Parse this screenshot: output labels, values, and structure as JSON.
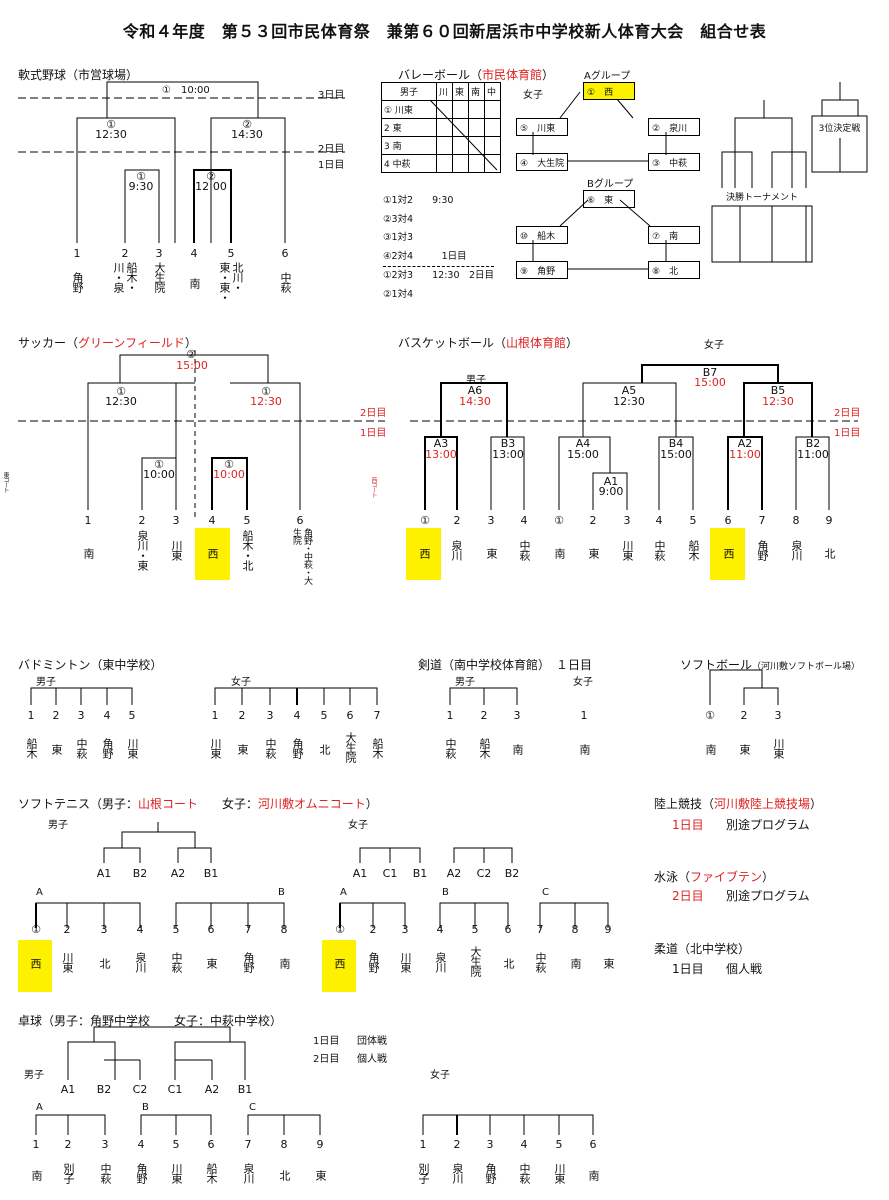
{
  "title": "令和４年度　第５３回市民体育祭　兼第６０回新居浜市中学校新人体育大会　組合せ表",
  "days": {
    "day1": "1日目",
    "day2": "2日目",
    "day3": "3日目"
  },
  "baseball": {
    "title": "軟式野球（市営球場）",
    "matches": [
      {
        "label": "①　10:00"
      },
      {
        "label": "①"
      },
      {
        "label": "12:30"
      },
      {
        "label": "②"
      },
      {
        "label": "14:30"
      },
      {
        "label": "①"
      },
      {
        "label": "9:30"
      },
      {
        "label": "②"
      },
      {
        "label": "12:00"
      }
    ],
    "numbers": [
      "1",
      "2",
      "3",
      "4",
      "5",
      "6"
    ],
    "teams": [
      "角野",
      "船木・川・泉",
      "大生院",
      "南",
      "北川・東・東・",
      "中萩"
    ]
  },
  "volleyball": {
    "title": "バレーボール（",
    "venue": "市民体育館",
    "close": "）",
    "table_header": [
      "男子",
      "川",
      "東",
      "南",
      "中"
    ],
    "table_rows": [
      "① 川東",
      "2 東",
      "3 南",
      "4 中萩"
    ],
    "schedule": [
      "①1対2　　9:30",
      "②3対4",
      "③1対3",
      "④2対4　　　1日目",
      "①2対3　　12:30　2日目",
      "②1対4"
    ],
    "girls": "女子",
    "groupA": "Aグループ",
    "groupB": "Bグループ",
    "a_teams": [
      "①　西",
      "⑤　川東",
      "②　泉川",
      "④　大生院",
      "③　中萩"
    ],
    "b_teams": [
      "⑥　東",
      "⑩　船木",
      "⑦　南",
      "⑨　角野",
      "⑧　北"
    ],
    "final": "決勝トーナメント",
    "third": "3位決定戦"
  },
  "soccer": {
    "title": "サッカー（",
    "venue": "グリーンフィールド",
    "close": "）",
    "top": [
      "②",
      "15:00"
    ],
    "m1": [
      "①",
      "12:30"
    ],
    "m2": [
      "①",
      "12:30"
    ],
    "m3": [
      "①",
      "10:00"
    ],
    "m4": [
      "①",
      "10:00"
    ],
    "numbers": [
      "1",
      "2",
      "3",
      "4",
      "5",
      "6"
    ],
    "teams": [
      "南",
      "泉川・東",
      "川東",
      "西",
      "船木・北",
      "角野・中萩・大生院"
    ],
    "east": "東コート",
    "west": "西コート"
  },
  "basketball": {
    "title": "バスケットボール（",
    "venue": "山根体育館",
    "close": "）",
    "boys": "男子",
    "girls": "女子",
    "matches": [
      {
        "id": "A6",
        "time": "14:30"
      },
      {
        "id": "A3",
        "time": "13:00"
      },
      {
        "id": "B3",
        "time": "13:00"
      },
      {
        "id": "B7",
        "time": "15:00"
      },
      {
        "id": "A5",
        "time": "12:30"
      },
      {
        "id": "B5",
        "time": "12:30"
      },
      {
        "id": "A4",
        "time": "15:00"
      },
      {
        "id": "B4",
        "time": "15:00"
      },
      {
        "id": "A2",
        "time": "11:00"
      },
      {
        "id": "B2",
        "time": "11:00"
      },
      {
        "id": "A1",
        "time": "9:00"
      }
    ],
    "boy_numbers": [
      "①",
      "2",
      "3",
      "4"
    ],
    "boy_teams": [
      "西",
      "泉川",
      "東",
      "中萩"
    ],
    "girl_numbers": [
      "①",
      "2",
      "3",
      "4",
      "5",
      "6",
      "7",
      "8",
      "9"
    ],
    "girl_teams": [
      "南",
      "東",
      "川東",
      "中萩",
      "船木",
      "西",
      "角野",
      "泉川",
      "北"
    ]
  },
  "badminton": {
    "title": "バドミントン（東中学校）",
    "boys": "男子",
    "girls": "女子",
    "boy_numbers": [
      "1",
      "2",
      "3",
      "4",
      "5"
    ],
    "boy_teams": [
      "船木",
      "東",
      "中萩",
      "角野",
      "川東"
    ],
    "girl_numbers": [
      "1",
      "2",
      "3",
      "4",
      "5",
      "6",
      "7"
    ],
    "girl_teams": [
      "川東",
      "東",
      "中萩",
      "角野",
      "北",
      "大生院",
      "船木"
    ]
  },
  "kendo": {
    "title": "剣道（南中学校体育館）　１日目",
    "boys": "男子",
    "girls": "女子",
    "boy_numbers": [
      "1",
      "2",
      "3"
    ],
    "boy_teams": [
      "中萩",
      "船木",
      "南"
    ],
    "girl_numbers": [
      "1"
    ],
    "girl_teams": [
      "南"
    ]
  },
  "softball": {
    "title": "ソフトボール",
    "venue": "（河川敷ソフトボール場）",
    "numbers": [
      "①",
      "2",
      "3"
    ],
    "teams": [
      "南",
      "東",
      "川東"
    ]
  },
  "softtennis": {
    "title": "ソフトテニス（男子：",
    "venue_boys": "山根コート",
    "mid": "　　女子：",
    "venue_girls": "河川敷オムニコート",
    "close": "）",
    "boys": "男子",
    "girls": "女子",
    "boy_seeds": [
      "A1",
      "B2",
      "A2",
      "B1"
    ],
    "girl_seeds": [
      "A1",
      "C1",
      "B1",
      "A2",
      "C2",
      "B2"
    ],
    "boy_groups": [
      "A",
      "B"
    ],
    "girl_groups": [
      "A",
      "B",
      "C"
    ],
    "boy_numbers": [
      "①",
      "2",
      "3",
      "4",
      "5",
      "6",
      "7",
      "8"
    ],
    "boy_teams": [
      "西",
      "川東",
      "北",
      "泉川",
      "中萩",
      "東",
      "角野",
      "南"
    ],
    "girl_numbers": [
      "①",
      "2",
      "3",
      "4",
      "5",
      "6",
      "7",
      "8",
      "9"
    ],
    "girl_teams": [
      "西",
      "角野",
      "川東",
      "泉川",
      "大生院",
      "北",
      "中萩",
      "南",
      "東"
    ]
  },
  "athletics": {
    "title": "陸上競技（",
    "venue": "河川敷陸上競技場",
    "close": "）",
    "day": "1日目",
    "note": "別途プログラム"
  },
  "swimming": {
    "title": "水泳（",
    "venue": "ファイブテン",
    "close": "）",
    "day": "2日目",
    "note": "別途プログラム"
  },
  "judo": {
    "title": "柔道（北中学校）",
    "day": "1日目",
    "note": "個人戦"
  },
  "tabletennis": {
    "title": "卓球（男子：角野中学校　　女子：中萩中学校）",
    "day1": "1日目",
    "event1": "団体戦",
    "day2": "2日目",
    "event2": "個人戦",
    "boys": "男子",
    "girls": "女子",
    "seeds": [
      "A1",
      "B2",
      "C2",
      "C1",
      "A2",
      "B1"
    ],
    "groups": [
      "A",
      "B",
      "C"
    ],
    "boy_numbers": [
      "1",
      "2",
      "3",
      "4",
      "5",
      "6",
      "7",
      "8",
      "9"
    ],
    "boy_teams": [
      "南",
      "別子",
      "中萩",
      "角野",
      "川東",
      "船木",
      "泉川",
      "北",
      "東"
    ],
    "girl_numbers": [
      "1",
      "2",
      "3",
      "4",
      "5",
      "6"
    ],
    "girl_teams": [
      "別子",
      "泉川",
      "角野",
      "中萩",
      "川東",
      "南"
    ]
  }
}
